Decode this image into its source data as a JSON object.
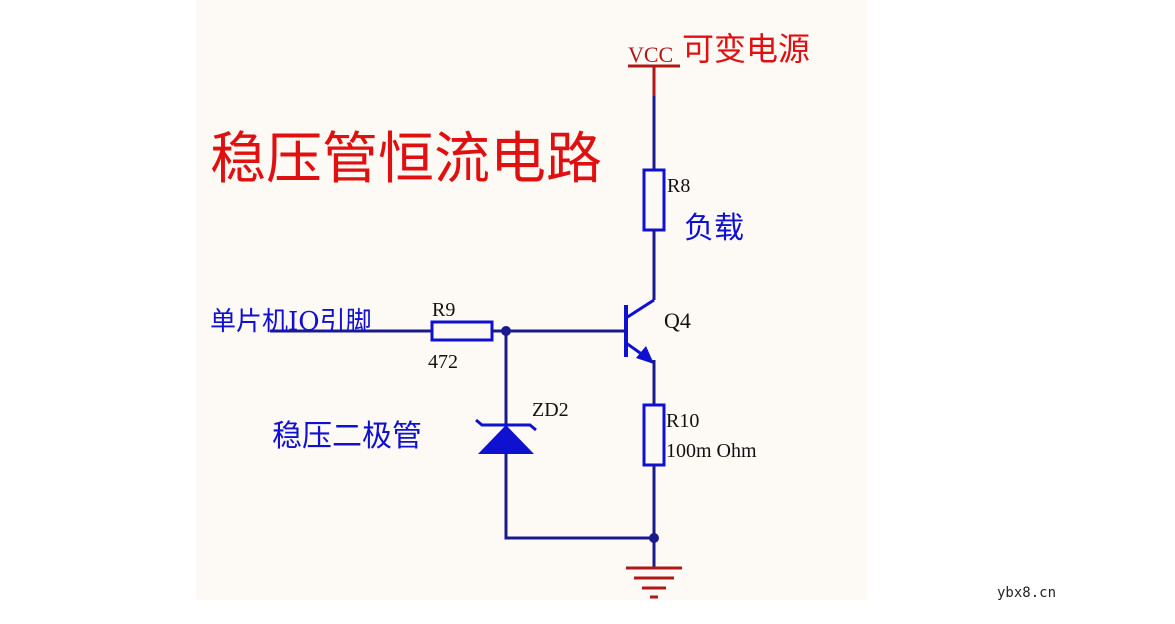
{
  "title": "稳压管恒流电路",
  "vcc": {
    "label": "VCC",
    "note": "可变电源"
  },
  "r8": {
    "ref": "R8",
    "note": "负载"
  },
  "q4": {
    "ref": "Q4"
  },
  "input": {
    "label": "单片机IO引脚"
  },
  "r9": {
    "ref": "R9",
    "value": "472"
  },
  "zd2": {
    "ref": "ZD2",
    "note": "稳压二极管"
  },
  "r10": {
    "ref": "R10",
    "value": "100m Ohm"
  },
  "watermark": "ybx8.cn",
  "colors": {
    "background_panel": "#fdfaf6",
    "wire": "#1a1a8c",
    "component": "#1010d0",
    "title": "#e01010",
    "power": "#b01818",
    "junction": "#1a1a8c"
  }
}
